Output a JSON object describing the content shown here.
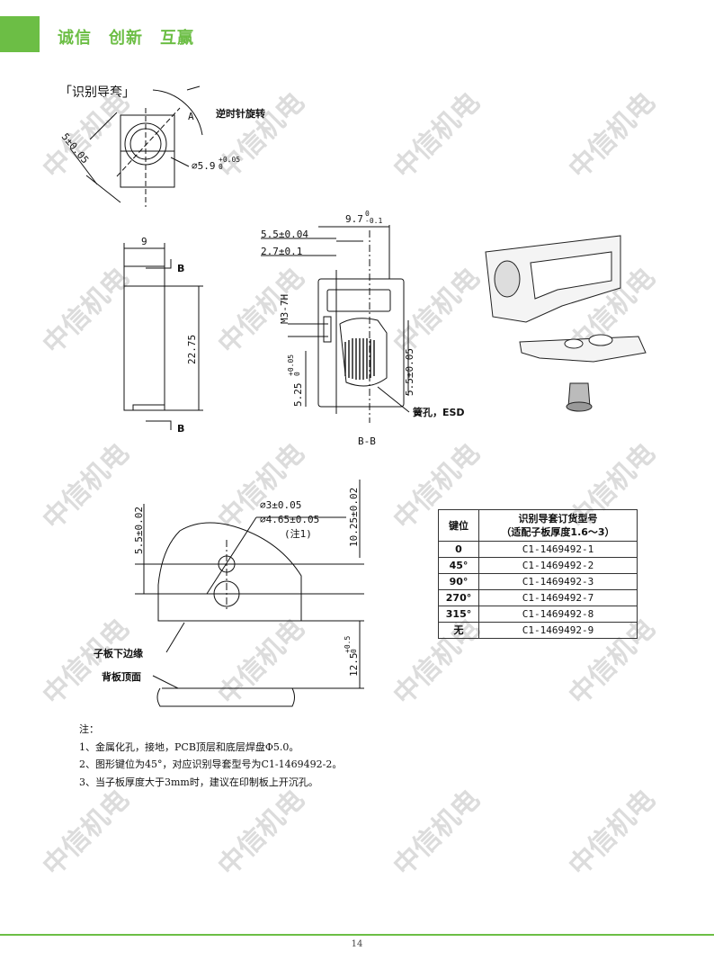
{
  "header": {
    "slogan": "诚信　创新　互赢"
  },
  "section": {
    "title": "「识别导套」"
  },
  "watermark": {
    "text": "中信机电"
  },
  "top_drawing": {
    "angle_label": "A",
    "rotation_label": "逆时针旋转",
    "width_dim": "5±0.05",
    "diameter_dim": "⌀5.9",
    "diameter_tol_upper": "+0.05",
    "diameter_tol_lower": "0"
  },
  "side_view": {
    "width_dim": "9",
    "height_dim": "22.75",
    "section_mark_top": "B",
    "section_mark_bottom": "B"
  },
  "section_view": {
    "overall_dim": "9.7",
    "overall_tol_upper": "0",
    "overall_tol_lower": "-0.1",
    "dim_1": "5.5±0.04",
    "dim_2": "2.7±0.1",
    "thread": "M3-7H",
    "dim_3": "5.5±0.05",
    "dim_4": "5.25",
    "dim_4_tol_upper": "+0.05",
    "dim_4_tol_lower": "0",
    "hole_label": "簧孔，ESD",
    "caption": "B-B"
  },
  "pcb_drawing": {
    "hole1": "⌀3±0.05",
    "hole2": "⌀4.65±0.05",
    "note_ref": "(注1)",
    "left_dim": "5.5±0.02",
    "right_dim": "10.25±0.02",
    "bottom_dim": "12.5",
    "bottom_tol_upper": "+0.5",
    "bottom_tol_lower": "0",
    "edge_label": "子板下边缘",
    "backplane_label": "背板顶面"
  },
  "order_table": {
    "col_key": "键位",
    "col_model_line1": "识别导套订货型号",
    "col_model_line2": "（适配子板厚度1.6～3）",
    "rows": [
      {
        "key": "0",
        "model": "C1-1469492-1"
      },
      {
        "key": "45°",
        "model": "C1-1469492-2"
      },
      {
        "key": "90°",
        "model": "C1-1469492-3"
      },
      {
        "key": "270°",
        "model": "C1-1469492-7"
      },
      {
        "key": "315°",
        "model": "C1-1469492-8"
      },
      {
        "key": "无",
        "model": "C1-1469492-9"
      }
    ]
  },
  "notes": {
    "title": "注：",
    "items": [
      "1、金属化孔，接地，PCB顶层和底层焊盘Φ5.0。",
      "2、图形键位为45°，对应识别导套型号为C1-1469492-2。",
      "3、当子板厚度大于3mm时，建议在印制板上开沉孔。"
    ]
  },
  "footer": {
    "page_number": "14"
  },
  "colors": {
    "brand_green": "#6cbe45",
    "watermark": "#dcdcdc"
  }
}
